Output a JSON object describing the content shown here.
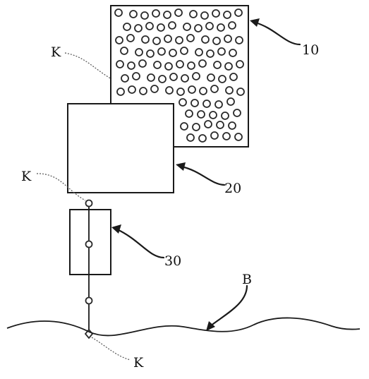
{
  "labels": {
    "ref_10": "10",
    "ref_20": "20",
    "ref_30": "30",
    "ref_b": "B",
    "ref_k_top": "K",
    "ref_k_mid": "K",
    "ref_k_bottom": "K"
  }
}
